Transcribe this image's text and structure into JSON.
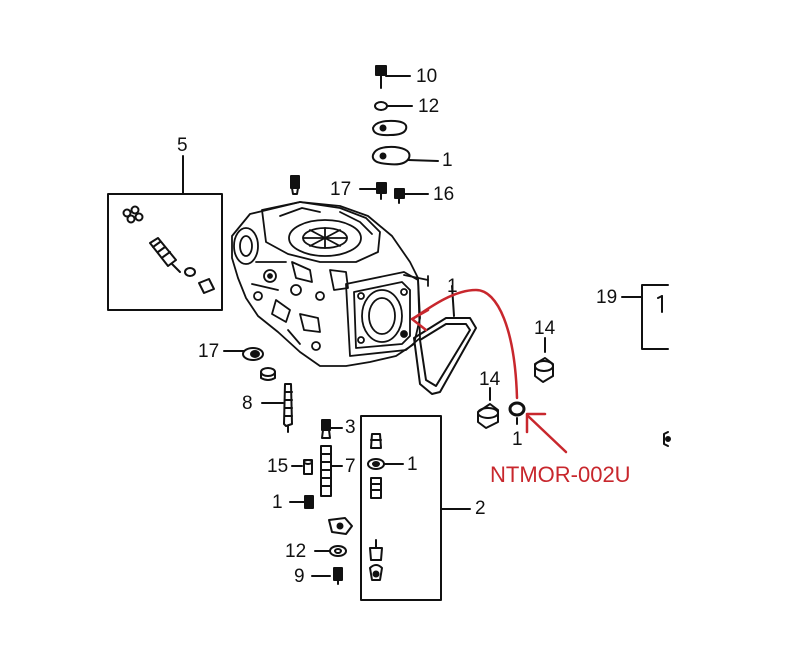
{
  "diagram": {
    "line_color": "#111111",
    "highlight_color": "#c8272d",
    "part_code": "NTMOR-002U",
    "callouts": [
      {
        "id": "c-10-top",
        "label": "10"
      },
      {
        "id": "c-12-top",
        "label": "12"
      },
      {
        "id": "c-1-top",
        "label": "1"
      },
      {
        "id": "c-5",
        "label": "5"
      },
      {
        "id": "c-17-top",
        "label": "17"
      },
      {
        "id": "c-16",
        "label": "16"
      },
      {
        "id": "c-1-gasket",
        "label": "1"
      },
      {
        "id": "c-19",
        "label": "19"
      },
      {
        "id": "c-14-right",
        "label": "14"
      },
      {
        "id": "c-17-left",
        "label": "17"
      },
      {
        "id": "c-14-center",
        "label": "14"
      },
      {
        "id": "c-1-oring",
        "label": "1"
      },
      {
        "id": "c-8",
        "label": "8"
      },
      {
        "id": "c-3",
        "label": "3"
      },
      {
        "id": "c-15",
        "label": "15"
      },
      {
        "id": "c-7",
        "label": "7"
      },
      {
        "id": "c-1-box",
        "label": "1"
      },
      {
        "id": "c-1-left",
        "label": "1"
      },
      {
        "id": "c-2",
        "label": "2"
      },
      {
        "id": "c-12-bottom",
        "label": "12"
      },
      {
        "id": "c-9",
        "label": "9"
      }
    ]
  }
}
